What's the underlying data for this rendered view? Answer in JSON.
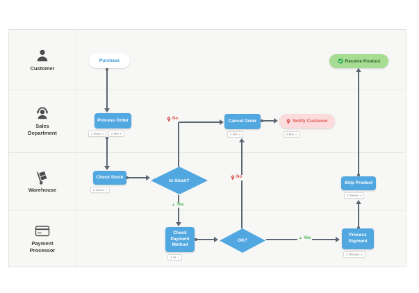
{
  "colors": {
    "node_blue": "#51a7e0",
    "line": "#5c6773",
    "yes_green": "#3cb54a",
    "no_red": "#d9534f",
    "board_bg": "#f7f7f5",
    "pink_bg": "#fbdbdb",
    "green_bg": "#a7dd92",
    "purchase_text": "#2f96d6"
  },
  "icons": {
    "chip_caret": "▾",
    "yes_marker": "▲"
  },
  "lanes": [
    {
      "label": "Customer",
      "icon": "person-icon"
    },
    {
      "label": "Sales Department",
      "icon": "support-agent-icon"
    },
    {
      "label": "Warehouse",
      "icon": "hand-truck-icon"
    },
    {
      "label": "Payment Processor",
      "icon": "credit-card-icon"
    }
  ],
  "nodes": {
    "purchase": {
      "label": "Purchase"
    },
    "process_order": {
      "label": "Process Order",
      "chips": [
        "2 Days",
        "2 Min"
      ]
    },
    "check_stock": {
      "label": "Check Stock",
      "chips": [
        "2 Hours"
      ]
    },
    "in_stock": {
      "label": "In Stock?"
    },
    "cancel_order": {
      "label": "Cancel Order",
      "chips": [
        "1 Min"
      ]
    },
    "notify_customer": {
      "label": "Notify Customer",
      "chips": [
        "5 Min"
      ]
    },
    "check_payment_method": {
      "label": "Check Payment Method",
      "chips": [
        "1 Hr"
      ]
    },
    "ok": {
      "label": "OK?"
    },
    "process_payment": {
      "label": "Process Payment",
      "chips": [
        "2 Minutes"
      ]
    },
    "ship_product": {
      "label": "Ship Product",
      "chips": [
        "2 Weeks"
      ]
    },
    "receive_product": {
      "label": "Receive Product"
    }
  },
  "edge_labels": {
    "yes": "Yes",
    "no": "No"
  }
}
